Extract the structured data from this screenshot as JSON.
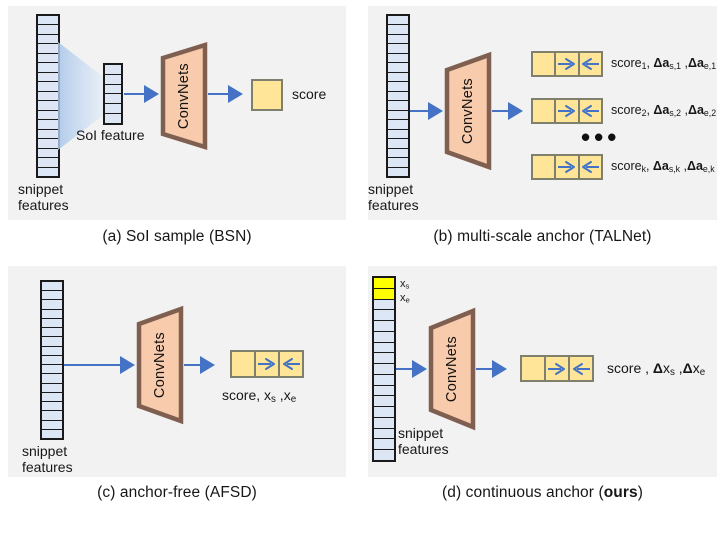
{
  "figure": {
    "background": "#ffffff",
    "panel_background": "#f2f2f2",
    "colors": {
      "snippet_fill": "#dce6f4",
      "snippet_border": "#1a1a1a",
      "highlight_fill": "#ffff00",
      "convnets_fill": "#f8cbad",
      "convnets_border": "#7f5f4f",
      "box_fill": "#ffe598",
      "box_border": "#7f7f6e",
      "arrow_blue": "#4472c4",
      "text": "#17171a"
    }
  },
  "panels": {
    "a": {
      "caption": "(a) SoI sample (BSN)",
      "snippet_label_line1": "snippet",
      "snippet_label_line2": "features",
      "snippet_cells": 17,
      "soi_label": "SoI feature",
      "soi_cells": 6,
      "convnets_label": "ConvNets",
      "output_label": "score"
    },
    "b": {
      "caption": "(b) multi-scale anchor (TALNet)",
      "snippet_label_line1": "snippet",
      "snippet_label_line2": "features",
      "snippet_cells": 17,
      "convnets_label": "ConvNets",
      "ellipsis": "•••",
      "outputs": [
        {
          "score": "score",
          "score_sub": "1",
          "d1_sub": "s,1",
          "d2_sub": "e,1"
        },
        {
          "score": "score",
          "score_sub": "2",
          "d1_sub": "s,2",
          "d2_sub": "e,2"
        },
        {
          "score": "score",
          "score_sub": "k",
          "d1_sub": "s,k",
          "d2_sub": "e,k"
        }
      ],
      "delta_symbol": "Δ",
      "anchor_var": "a",
      "arrow_right_glyph": "→",
      "arrow_left_glyph": "←"
    },
    "c": {
      "caption": "(c) anchor-free (AFSD)",
      "snippet_label_line1": "snippet",
      "snippet_label_line2": "features",
      "snippet_cells": 17,
      "convnets_label": "ConvNets",
      "output_score": "score,",
      "output_xs": "x",
      "output_xs_sub": "s",
      "output_xe": "x",
      "output_xe_sub": "e"
    },
    "d": {
      "caption_prefix": "(d) continuous anchor (",
      "caption_bold": "ours",
      "caption_suffix": ")",
      "snippet_label_line1": "snippet",
      "snippet_label_line2": "features",
      "snippet_cells": 17,
      "highlight_cells": 2,
      "xs_label": "x",
      "xs_sub": "s",
      "xe_label": "x",
      "xe_sub": "e",
      "convnets_label": "ConvNets",
      "delta_symbol": "Δ",
      "output_score": "score ,",
      "output_dxs": "x",
      "output_dxs_sub": "s",
      "output_dxe": "x",
      "output_dxe_sub": "e"
    }
  }
}
